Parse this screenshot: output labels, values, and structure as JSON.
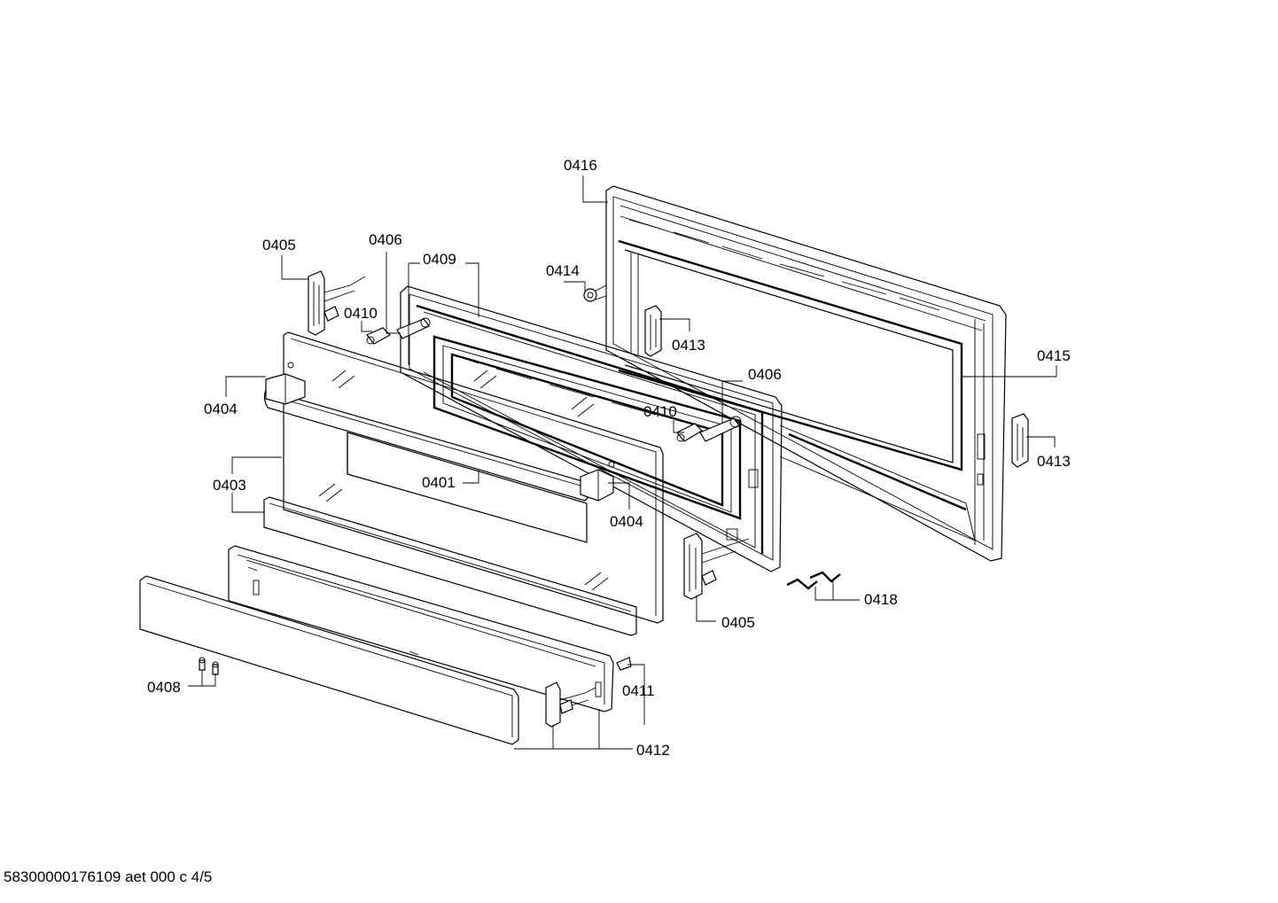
{
  "labels": {
    "p0416": "0416",
    "p0405a": "0405",
    "p0406a": "0406",
    "p0409": "0409",
    "p0414": "0414",
    "p0410a": "0410",
    "p0413a": "0413",
    "p0415": "0415",
    "p0404a": "0404",
    "p0406b": "0406",
    "p0410b": "0410",
    "p0413b": "0413",
    "p0403": "0403",
    "p0401": "0401",
    "p0404b": "0404",
    "p0418": "0418",
    "p0405b": "0405",
    "p0408": "0408",
    "p0411": "0411",
    "p0412": "0412"
  },
  "footer": "58300000176109 aet 000 c 4/5"
}
